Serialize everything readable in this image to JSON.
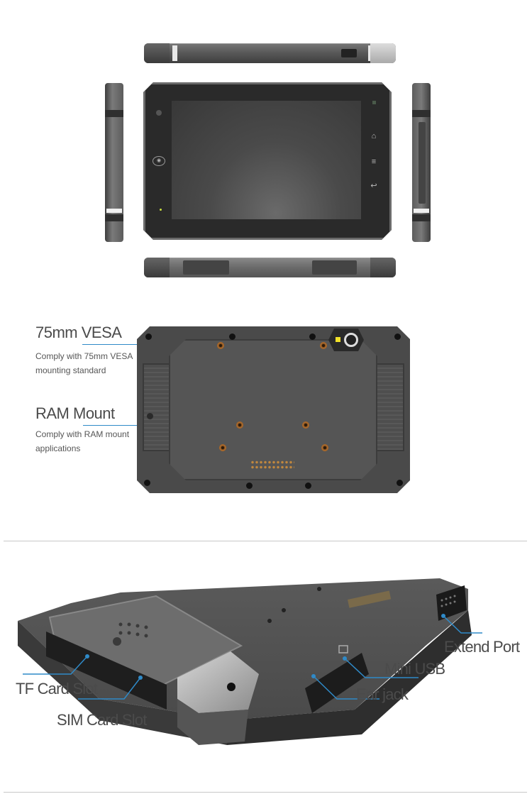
{
  "top_views": {
    "top_edge": "tablet-top-edge",
    "front": {
      "screen": "blank",
      "softkeys": [
        {
          "name": "home",
          "glyph": "⌂"
        },
        {
          "name": "menu",
          "glyph": "≡"
        },
        {
          "name": "back",
          "glyph": "↩"
        }
      ],
      "left_sensor": "NFC",
      "indicator_color": "#c8e040"
    },
    "bottom_edge": "tablet-bottom-edge"
  },
  "back_view": {
    "features": [
      {
        "title": "75mm VESA",
        "description_lines": [
          "Comply with 75mm VESA",
          "mounting standard"
        ]
      },
      {
        "title": "RAM Mount",
        "description_lines": [
          "Comply with RAM mount",
          "applications"
        ]
      }
    ],
    "camera_flash_color": "#f2e229",
    "leader_color": "#2f8ac8",
    "brass_color": "#a7682c"
  },
  "port_view": {
    "callouts": [
      {
        "label": "Extend Port"
      },
      {
        "label": "Mini USB"
      },
      {
        "label": "Ear jack"
      },
      {
        "label": "TF Card Slot"
      },
      {
        "label": "SIM Card Slot"
      }
    ]
  }
}
